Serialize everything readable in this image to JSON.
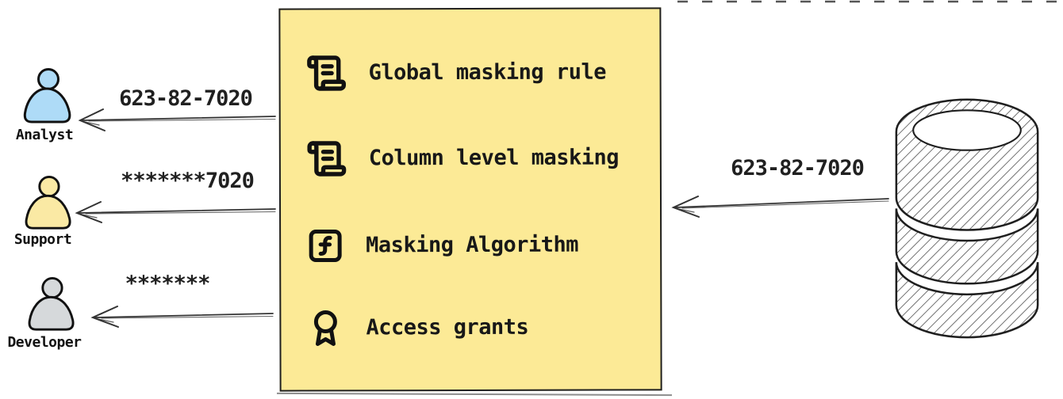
{
  "title": "Data masking flow diagram",
  "colors": {
    "box_fill": "#FCEA96",
    "outline": "#1f1f1f",
    "analyst_fill": "#AEDBF7",
    "support_fill": "#FAE9A4",
    "developer_fill": "#D6D9DB"
  },
  "users": [
    {
      "label": "Analyst",
      "masked_value": "623-82-7020"
    },
    {
      "label": "Support",
      "masked_value": "*******7020"
    },
    {
      "label": "Developer",
      "masked_value": "*******"
    }
  ],
  "masking_box": {
    "items": [
      {
        "icon": "scroll-text-icon",
        "label": "Global masking rule"
      },
      {
        "icon": "scroll-text-icon",
        "label": "Column level masking"
      },
      {
        "icon": "function-square-icon",
        "label": "Masking Algorithm"
      },
      {
        "icon": "award-icon",
        "label": "Access grants"
      }
    ]
  },
  "database": {
    "icon": "database-icon",
    "source_value": "623-82-7020"
  }
}
